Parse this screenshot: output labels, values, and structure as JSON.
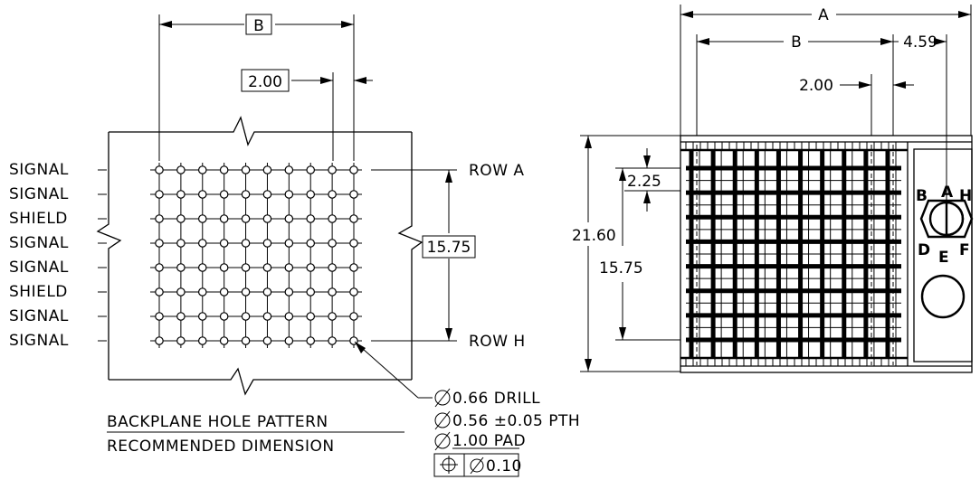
{
  "left_view": {
    "title": "BACKPLANE HOLE PATTERN",
    "subtitle": "RECOMMENDED DIMENSION",
    "dim_b": "B",
    "dim_pitch": "2.00",
    "dim_height": "15.75",
    "row_top": "ROW A",
    "row_bottom": "ROW H",
    "signals": [
      "SIGNAL",
      "SIGNAL",
      "SHIELD",
      "SIGNAL",
      "SIGNAL",
      "SHIELD",
      "SIGNAL",
      "SIGNAL"
    ],
    "callout_drill": "0.66 DRILL",
    "callout_pth": "0.56 ±0.05 PTH",
    "callout_pad": "1.00 PAD",
    "tolerance": "0.10"
  },
  "right_view": {
    "dim_a": "A",
    "dim_b": "B",
    "dim_offset": "4.59",
    "dim_pitch": "2.00",
    "dim_row_pitch": "2.25",
    "dim_total_height": "21.60",
    "dim_height": "15.75",
    "keying_letters": [
      "A",
      "B",
      "H",
      "D",
      "E",
      "F"
    ]
  },
  "colors": {
    "ink": "#000000",
    "paper": "#ffffff"
  }
}
